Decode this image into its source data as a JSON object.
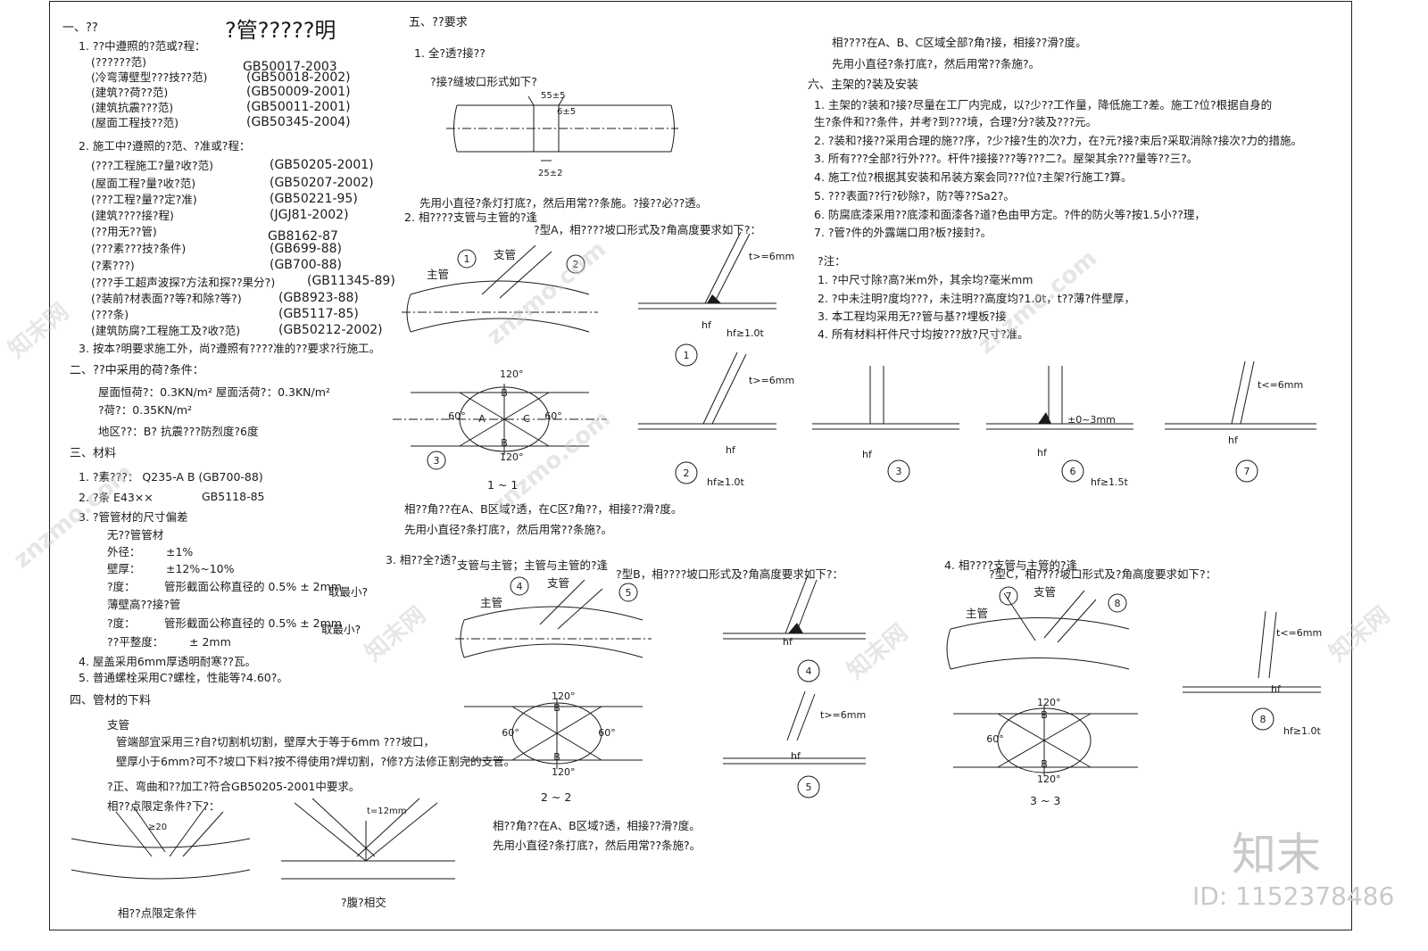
{
  "drawing": {
    "title": "?管?????明",
    "s1": {
      "heading": "一、??",
      "item1": "1. ??中遵照的?范或?程：",
      "codes": [
        {
          "name": "(??????范)",
          "code": "GB50017-2003"
        },
        {
          "name": "(冷弯薄壁型???技??范)",
          "code": "(GB50018-2002)"
        },
        {
          "name": "(建筑??荷??范)",
          "code": "(GB50009-2001)"
        },
        {
          "name": "(建筑抗震???范)",
          "code": "(GB50011-2001)"
        },
        {
          "name": "(屋面工程技??范)",
          "code": "(GB50345-2004)"
        }
      ],
      "item2": "2. 施工中?遵照的?范、?准或?程：",
      "codes2": [
        {
          "name": "(???工程施工?量?收?范)",
          "code": "(GB50205-2001)"
        },
        {
          "name": "(屋面工程?量?收?范)",
          "code": "(GB50207-2002)"
        },
        {
          "name": "(???工程?量??定?准)",
          "code": "(GB50221-95)"
        },
        {
          "name": "(建筑????接?程)",
          "code": "(JGJ81-2002)"
        },
        {
          "name": "(??用无??管)",
          "code": "GB8162-87"
        },
        {
          "name": "(???素???技?条件)",
          "code": "(GB699-88)"
        },
        {
          "name": "(?素???)",
          "code": "(GB700-88)"
        },
        {
          "name": "(???手工超声波探?方法和探??果分?)",
          "code": "(GB11345-89)"
        },
        {
          "name": "(?装前?材表面??等?和除?等?)",
          "code": "(GB8923-88)"
        },
        {
          "name": "(???条)",
          "code": "(GB5117-85)"
        },
        {
          "name": "(建筑防腐?工程施工及?收?范)",
          "code": "(GB50212-2002)"
        }
      ],
      "item3": "3. 按本?明要求施工外，尚?遵照有????准的??要求?行施工。"
    },
    "s2": {
      "heading": "二、??中采用的荷?条件：",
      "l1": "屋面恒荷?：0.3KN/m²   屋面活荷?：0.3KN/m²",
      "l2": "?荷?：0.35KN/m²",
      "l3": "地区??：B?   抗震???防烈度?6度"
    },
    "s3": {
      "heading": "三、材料",
      "l1": "1. ?素???：  Q235-A B   (GB700-88)",
      "l2": "2. ?条  E43××",
      "l2code": "GB5118-85",
      "l3": "3. ?管管材的尺寸偏差",
      "sub1": "无??管管材",
      "od": "外径：",
      "od_v": "±1%",
      "wt": "壁厚：",
      "wt_v": "±12%~10%",
      "deg": "?度：",
      "deg_v": "管形截面公称直径的 0.5% ± 2mm",
      "deg_tail": "取最小?",
      "sub2": "薄壁高??接?管",
      "deg2": "?度：",
      "deg2_v": "管形截面公称直径的 0.5% ± 2mm",
      "deg2_tail": "取最小?",
      "flat": "??平整度：",
      "flat_v": "± 2mm",
      "l4": "4. 屋盖采用6mm厚透明耐寒??瓦。",
      "l5": "5. 普通螺栓采用C?螺栓，性能等?4.60?。"
    },
    "s4": {
      "heading": "四、管材的下料",
      "l1": "支管",
      "l1b": "管端部宜采用三?自?切割机切割，壁厚大于等于6mm ???坡口，",
      "l1c": "壁厚小于6mm?可不?坡口下料?按不得使用?焊切割，?修?方法修正割完的支管。",
      "l2": "?正、弯曲和??加工?符合GB50205-2001中要求。",
      "l3": "相??点限定条件?下?：",
      "dim20": "≥20",
      "t12": "t=12mm",
      "cap1": "相??点限定条件",
      "cap2": "?腹?相交"
    },
    "s5": {
      "heading": "五、??要求",
      "l1": "1. 全?透?接??",
      "l1b": "?接?缝坡口形式如下?",
      "d55": "55±5",
      "d65": "6±5",
      "d25": "25±2",
      "note1": "先用小直径?条灯打底?，然后用常??条施。?接??必??透。",
      "l2": "2. 相????支管与主管的?逢",
      "l2b": "?型A，相????坡口形式及?角高度要求如下?：",
      "zhuguan": "主管",
      "zhiguan": "支管",
      "cap11": "1 ~ 1",
      "note11a": "相??角??在A、B区域?透，在C区?角??，相接??滑?度。",
      "note11b": "先用小直径?条打底?，然后用常??条施?。",
      "l3": "3. 相??全?透?",
      "l3b": "支管与主管；主管与主管的?逢",
      "l3c": "?型B，相????坡口形式及?角高度要求如下?：",
      "cap22": "2 ~ 2",
      "note22a": "相??角??在A、B区域?透，相接??滑?度。",
      "note22b": "先用小直径?条打底?，然后用常??条施?。",
      "l4": "4. 相????支管与主管的?逢",
      "l4b": "?型C，相????坡口形式及?角高度要求如下?：",
      "cap33": "3 ~ 3",
      "a120": "120°",
      "a60": "60°",
      "tge6": "t>=6mm",
      "tle6": "t<=6mm",
      "hf": "hf",
      "hf10": "hf≥1.0t",
      "hf15": "hf≥1.5t",
      "gap": "±0~3mm",
      "n1": "1",
      "n2": "2",
      "n3": "3",
      "n4": "4",
      "n5": "5",
      "n6": "6",
      "n7": "7",
      "n8": "8",
      "A": "A",
      "B": "B",
      "C": "C"
    },
    "top_right": {
      "l1": "相????在A、B、C区域全部?角?接，相接??滑?度。",
      "l2": "先用小直径?条打底?，然后用常??条施?。"
    },
    "s6": {
      "heading": "六、主架的?装及安装",
      "items": [
        "1. 主架的?装和?接?尽量在工厂内完成，以?少??工作量，降低施工?差。施工?位?根据自身的",
        "   生?条件和??条件，并考?到???境，合理?分?装及???元。",
        "2. ?装和?接??采用合理的施??序，?少?接?生的次?力，在?元?接?束后?采取消除?接次?力的措施。",
        "3. 所有???全部?行外???。杆件?接接???等???二?。屋架其余???量等??三?。",
        "4. 施工?位?根据其安装和吊装方案会同???位?主架?行施工?算。",
        "5. ???表面??行?砂除?，防?等??Sa2?。",
        "6. 防腐底漆采用??底漆和面漆各?道?色由甲方定。?件的防火等?按1.5小??理，",
        "7. ?管?件的外露端口用?板?接封?。"
      ],
      "note_head": "?注：",
      "notes": [
        "1. ?中尺寸除?高?米m外，其余均?毫米mm",
        "2. ?中未注明?度均???，未注明??高度均?1.0t，t??薄?件壁厚，",
        "3. 本工程均采用无??管与基??埋板?接",
        "4. 所有材料杆件尺寸均按???放?尺寸?准。"
      ]
    },
    "watermark": "znzmo.com",
    "watermark_cn": "知末网",
    "brand": "知末",
    "id": "ID: 1152378486"
  }
}
